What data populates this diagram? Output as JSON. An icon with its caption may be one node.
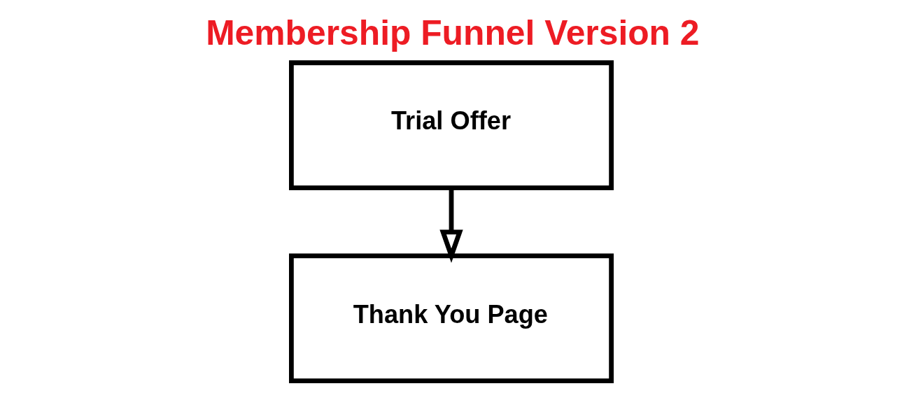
{
  "diagram": {
    "title": "Membership Funnel Version 2",
    "nodes": [
      {
        "text": [
          "Trial Offer"
        ]
      },
      {
        "text": [
          "Thank You Page"
        ]
      }
    ],
    "edges": [
      {
        "from": 0,
        "to": 1,
        "arrow": "to"
      }
    ]
  }
}
